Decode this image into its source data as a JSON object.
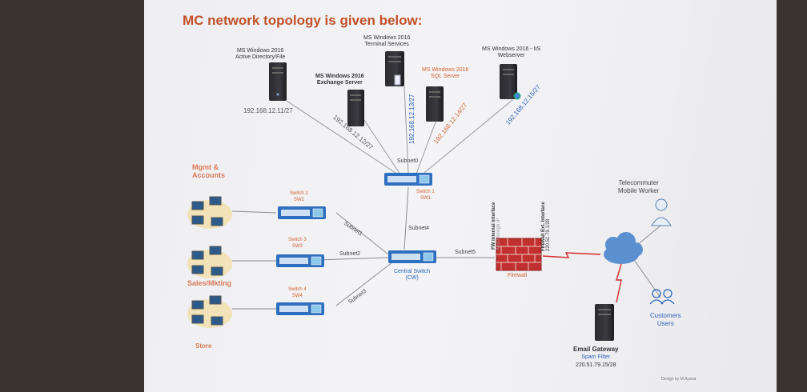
{
  "title": "MC network topology is given below:",
  "servers": {
    "ad": {
      "line1": "MS Windows 2016",
      "line2": "Active Directory/File",
      "ip": "192.168.12.11/27"
    },
    "exch": {
      "line1": "MS Windows 2016",
      "line2": "Exchange Server",
      "ip": "192.168.12.12/27"
    },
    "term": {
      "line1": "MS Windows 2016",
      "line2": "Terminal Services",
      "ip": "192.168.12.13/27"
    },
    "sql": {
      "line1": "MS Windows 2016",
      "line2": "SQL Server",
      "ip": "192.168.12.14/27"
    },
    "iis": {
      "line1": "MS Windows 2016 - IIS",
      "line2": "Webserver",
      "ip": "192.168.12.15/27"
    }
  },
  "subnets": {
    "s0": "Subnet0",
    "s1": "Subnet1",
    "s2": "Subnet2",
    "s3": "Subnet3",
    "s4": "Subnet4",
    "s5": "Subnet5"
  },
  "switches": {
    "sw1": {
      "line1": "Switch 1",
      "line2": "SW1"
    },
    "sw2": {
      "line1": "Switch 2",
      "line2": "SW2"
    },
    "sw3": {
      "line1": "Switch 3",
      "line2": "SW3"
    },
    "sw4": {
      "line1": "Switch 4",
      "line2": "SW4"
    },
    "cw": {
      "line1": "Central Switch",
      "line2": "(CW)"
    }
  },
  "groups": {
    "mgmt_line1": "Mgmt &",
    "mgmt_line2": "Accounts",
    "sales": "Sales/Mkting",
    "store": "Store"
  },
  "firewall": {
    "label": "Firewall",
    "internal_line1": "FW internal interface",
    "internal_line2": "Must Assign IP",
    "external_line1": "Firewall Ext. Interface",
    "external_line2": "220.51.79.1/28"
  },
  "telecommuter": {
    "line1": "Telecommuter",
    "line2": "Mobile Worker"
  },
  "customers": {
    "line1": "Customers",
    "line2": "Users"
  },
  "email": {
    "line1": "Email Gateway",
    "line2": "Spam Filter",
    "line3": "220.51.79.15/28"
  },
  "credit": "Design by M.Ayana",
  "colors": {
    "title": "#c1502a",
    "orange_label": "#d2612e",
    "blue_label": "#2b63b8",
    "switch_blue": "#2e6fc0",
    "firewall_red": "#c0302e",
    "cloud_blue": "#5a8fd0"
  }
}
